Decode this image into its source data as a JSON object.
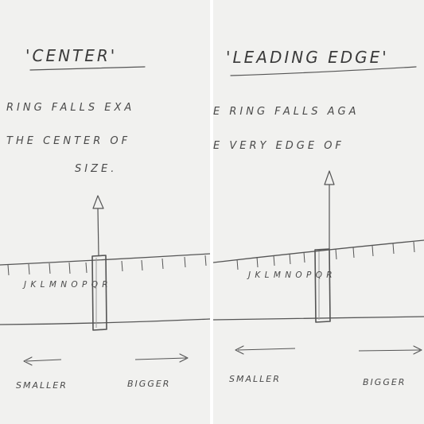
{
  "left": {
    "title": "'CENTER'",
    "line1": "RING FALLS EXA",
    "line2": "THE CENTER OF",
    "line3": "SIZE.",
    "letters": "J K L M N O P Q R",
    "smaller": "SMALLER",
    "bigger": "BIGGER"
  },
  "right": {
    "title": "'LEADING EDGE'",
    "line1": "E RING FALLS AGA",
    "line2": "E VERY EDGE OF",
    "letters": "J K L M N O P Q R",
    "smaller": "SMALLER",
    "bigger": "BIGGER"
  }
}
